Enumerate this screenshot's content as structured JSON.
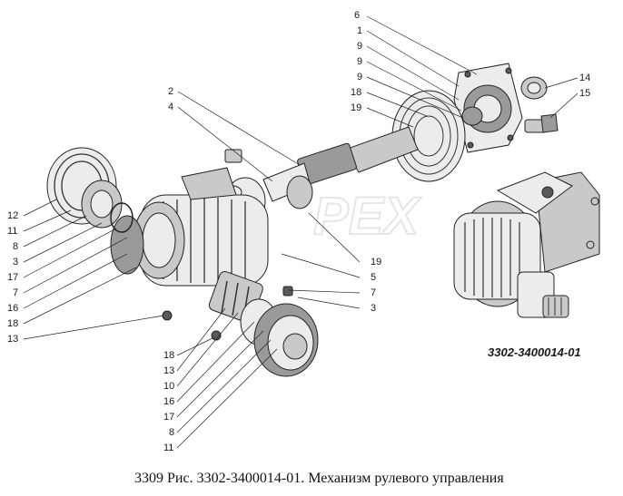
{
  "part_code": "3302-3400014-01",
  "caption": "3309 Рис. 3302-3400014-01. Механизм рулевого управления",
  "watermark": "PEX",
  "callouts": {
    "top_right": [
      "6",
      "1",
      "9",
      "9",
      "9",
      "18",
      "19"
    ],
    "far_right": [
      "14",
      "15"
    ],
    "top_left": [
      "2",
      "4"
    ],
    "left": [
      "12",
      "11",
      "8",
      "3",
      "17",
      "7",
      "16",
      "18",
      "13"
    ],
    "center": [
      "19",
      "5",
      "7",
      "3"
    ],
    "bottom": [
      "18",
      "13",
      "10",
      "16",
      "17",
      "8",
      "11"
    ]
  }
}
